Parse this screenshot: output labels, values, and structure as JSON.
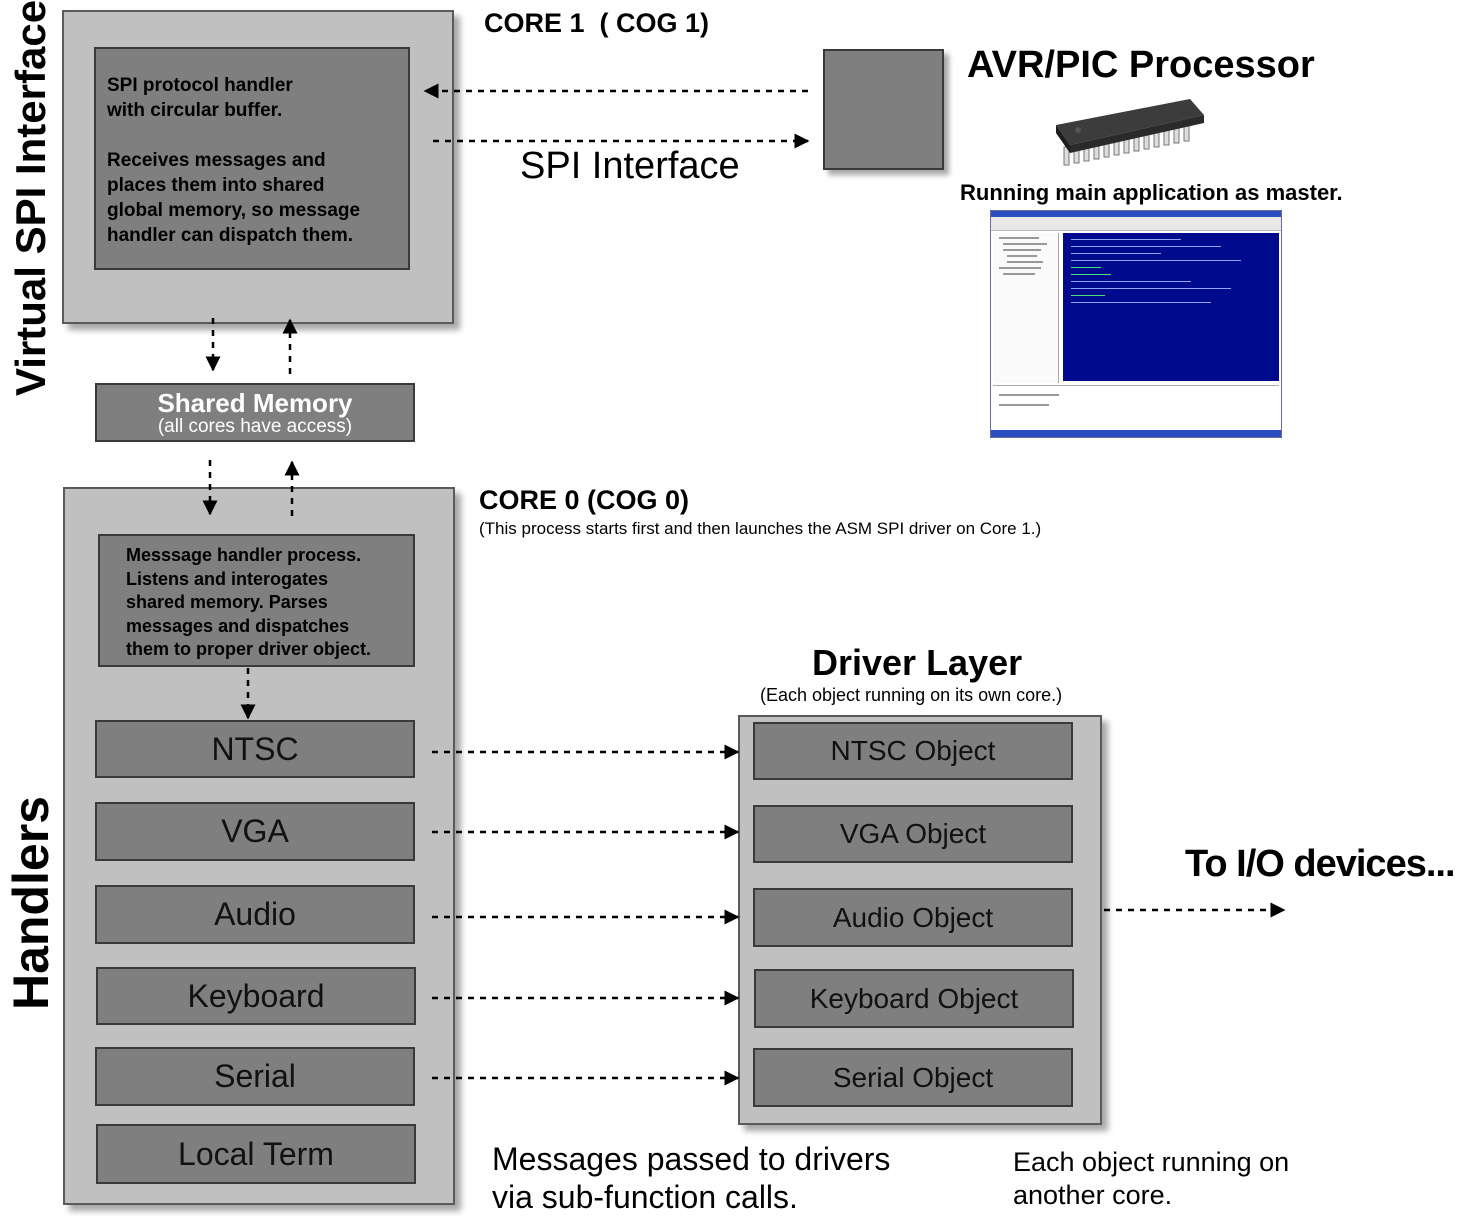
{
  "side_labels": {
    "top": "Virtual SPI Interface",
    "bottom": "Handlers"
  },
  "core1": {
    "title": "CORE 1  ( COG 1)",
    "spi_box_text": "SPI protocol handler\nwith circular buffer.\n\nReceives messages and\nplaces them into shared\nglobal memory, so message\nhandler can dispatch them."
  },
  "spi": {
    "label": "SPI Interface"
  },
  "avr": {
    "title": "AVR/PIC Processor",
    "caption": "Running main application as master."
  },
  "shared_memory": {
    "title": "Shared Memory",
    "subtitle": "(all cores have access)"
  },
  "core0": {
    "title": "CORE 0 (COG 0)",
    "note": "(This process starts first and then launches the ASM SPI driver on Core 1.)",
    "handler_text": "Messsage handler process.\nListens and interogates\nshared memory. Parses\nmessages and dispatches\nthem to proper driver object."
  },
  "handlers": [
    "NTSC",
    "VGA",
    "Audio",
    "Keyboard",
    "Serial",
    "Local Term"
  ],
  "driver_layer": {
    "title": "Driver Layer",
    "subtitle": "(Each object running on its own core.)",
    "objects": [
      "NTSC Object",
      "VGA Object",
      "Audio Object",
      "Keyboard Object",
      "Serial Object"
    ]
  },
  "io": {
    "label": "To I/O devices..."
  },
  "notes": {
    "messages": "Messages passed to drivers\nvia sub-function calls.",
    "each_object": "Each object running on\nanother core."
  },
  "colors": {
    "panel": "#c0c0c0",
    "box": "#7f7f7f",
    "ide_blue": "#000a8c"
  }
}
